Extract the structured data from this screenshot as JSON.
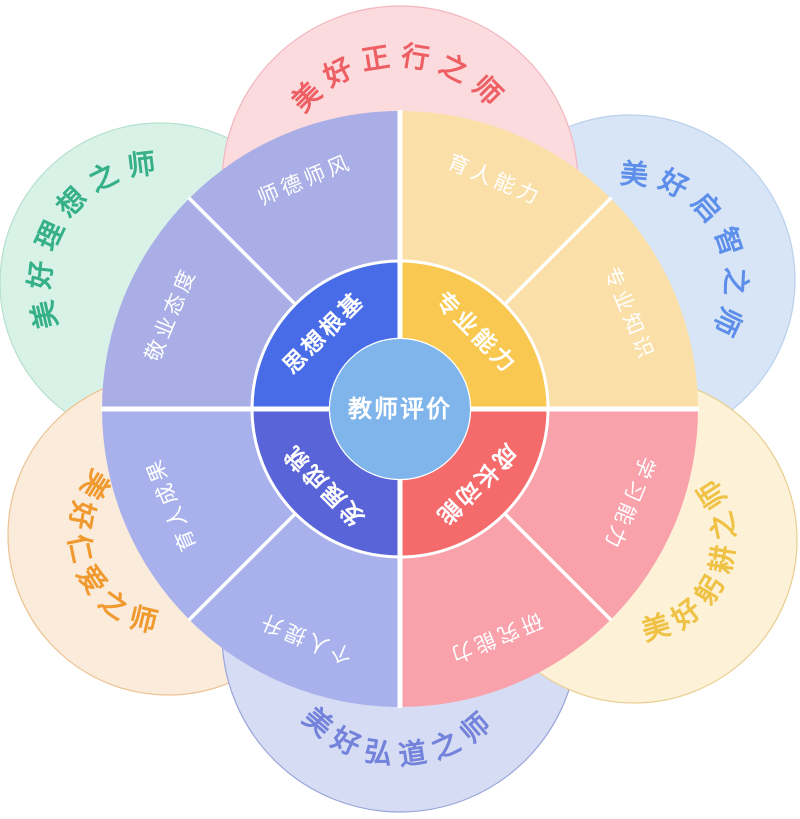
{
  "center": {
    "label": "教师评价",
    "fill": "#7FB5EA",
    "text_color": "#FFFFFF"
  },
  "divider_color": "#FFFFFF",
  "label_text_color": "#FFFFFF",
  "quadrants": [
    {
      "id": "sixiang-genji",
      "label": "思想根基",
      "inner_fill": "#486CE8",
      "outer_fill": "#A9AFE6",
      "a_hi": 180,
      "a_lo": 90,
      "mid": 135,
      "segments": [
        {
          "id": "shide-shifeng",
          "label": "师德师风",
          "a_hi": 135,
          "a_lo": 90,
          "mid": 112.5
        },
        {
          "id": "jingye-taidu",
          "label": "敬业态度",
          "a_hi": 180,
          "a_lo": 135,
          "mid": 157.5
        }
      ]
    },
    {
      "id": "zhuanye-nengli",
      "label": "专业能力",
      "inner_fill": "#F8C850",
      "outer_fill": "#FADFA8",
      "a_hi": 90,
      "a_lo": 0,
      "mid": 45,
      "segments": [
        {
          "id": "yuren-nengli",
          "label": "育人能力",
          "a_hi": 90,
          "a_lo": 45,
          "mid": 67.5
        },
        {
          "id": "zhuanye-zhishi",
          "label": "专业知识",
          "a_hi": 45,
          "a_lo": 0,
          "mid": 22.5
        }
      ]
    },
    {
      "id": "chengzhang-dongneng",
      "label": "成长动能",
      "inner_fill": "#F56A6A",
      "outer_fill": "#F9A2AC",
      "a_hi": 0,
      "a_lo": -90,
      "mid": -45,
      "segments": [
        {
          "id": "xuexi-nengli",
          "label": "学习能力",
          "a_hi": 0,
          "a_lo": -45,
          "mid": -22.5
        },
        {
          "id": "yanjiu-nengli",
          "label": "研究能力",
          "a_hi": -45,
          "a_lo": -90,
          "mid": -67.5
        }
      ]
    },
    {
      "id": "fazhan-chengjiu",
      "label": "发展成就",
      "inner_fill": "#5864D7",
      "outer_fill": "#A8B1EC",
      "a_hi": 270,
      "a_lo": 180,
      "mid": 225,
      "segments": [
        {
          "id": "yuren-chengguo",
          "label": "育人成果",
          "a_hi": 225,
          "a_lo": 180,
          "mid": 202.5
        },
        {
          "id": "geren-tisheng",
          "label": "个人提升",
          "a_hi": 270,
          "a_lo": 225,
          "mid": 247.5
        }
      ]
    }
  ],
  "petals": [
    {
      "id": "zhengxing",
      "label": "美好正行之师",
      "fill": "#FBDBDE",
      "stroke": "#F3B6BE",
      "text_color": "#EE5F63"
    },
    {
      "id": "qizhi",
      "label": "美好启智之师",
      "fill": "#D8E5F7",
      "stroke": "#B9D0EC",
      "text_color": "#5D8EE9"
    },
    {
      "id": "gonggeng",
      "label": "美好躬耕之师",
      "fill": "#FDF2D8",
      "stroke": "#E9CD8E",
      "text_color": "#EFC145"
    },
    {
      "id": "hongdao",
      "label": "美好弘道之师",
      "fill": "#D6DCF3",
      "stroke": "#99A5DA",
      "text_color": "#7382DA"
    },
    {
      "id": "renai",
      "label": "美好仁爱之师",
      "fill": "#FBEBDB",
      "stroke": "#ECC291",
      "text_color": "#F0992E"
    },
    {
      "id": "lixiang",
      "label": "美好理想之师",
      "fill": "#D9F2E8",
      "stroke": "#B5E0CD",
      "text_color": "#35B087"
    }
  ]
}
